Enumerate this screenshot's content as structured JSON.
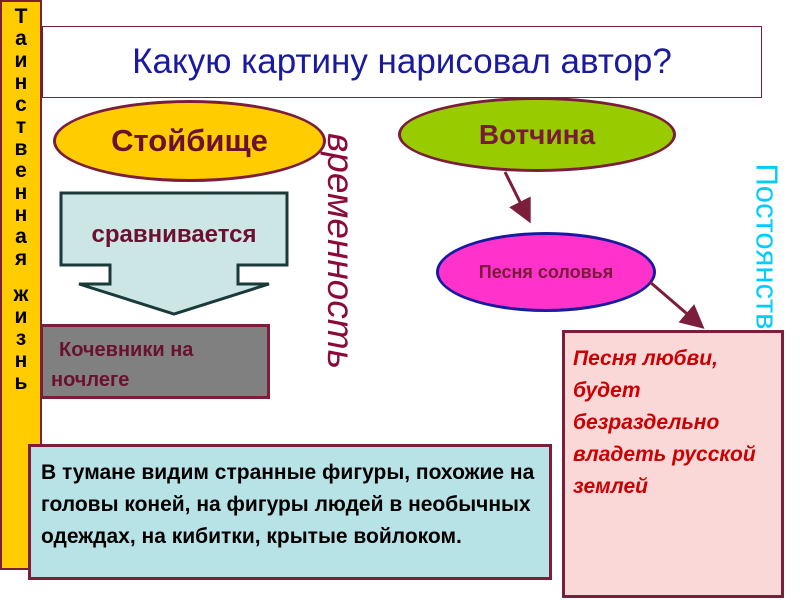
{
  "title": "Какую картину нарисовал автор?",
  "side_strip": {
    "word1": [
      "Т",
      "а",
      "и",
      "н",
      "с",
      "т",
      "в",
      "е",
      "н",
      "н",
      "а",
      "я"
    ],
    "word2": [
      "ж",
      "и",
      "з",
      "н",
      "ь"
    ]
  },
  "nodes": {
    "stoybische": "Стойбище",
    "votchina": "Вотчина",
    "compares": "сравнивается",
    "nomads": "Кочевники  на ночлеге",
    "song": "Песня соловья",
    "love": "Песня любви, будет безраздельно владеть русской землей",
    "description": "В тумане видим странные фигуры, похожие на головы коней, на фигуры людей в необычных одеждах, на кибитки, крытые войлоком."
  },
  "labels": {
    "temporariness": "временность",
    "constancy": "Постоянство"
  },
  "colors": {
    "strip": "#ffcc00",
    "border": "#7a1e3a",
    "title": "#1a1aa0",
    "stoybische_fill": "#ffcc00",
    "votchina_fill": "#99cc00",
    "song_fill": "#ff33cc",
    "compare_fill": "#cce6e6",
    "nomads_fill": "#808080",
    "love_fill": "#fad8d8",
    "love_text": "#cc0000",
    "description_fill": "#b7e2e6",
    "temporariness_text": "#8b0a3a",
    "constancy_text": "#00ccff"
  }
}
